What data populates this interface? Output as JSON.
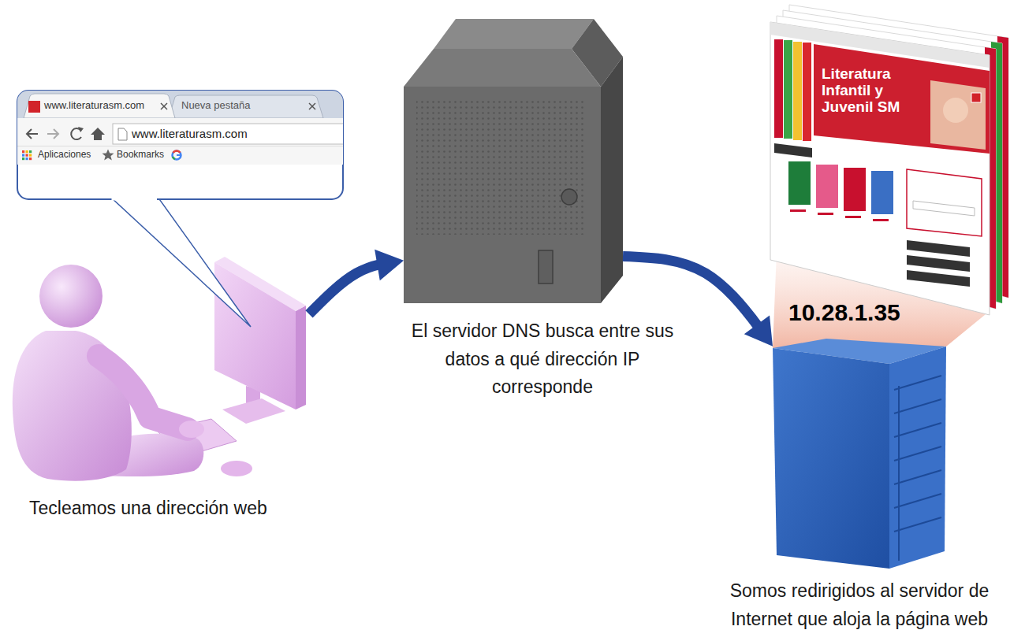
{
  "diagram": {
    "nodes": [
      {
        "text": [
          "www.literaturasm.com",
          "Nueva pestaña",
          "www.literaturasm.com",
          "Aplicaciones",
          "Bookmarks"
        ]
      },
      {
        "text": [
          "Tecleamos una dirección web"
        ]
      },
      {
        "text": [
          "El servidor DNS busca entre sus datos a qué dirección IP corresponde"
        ]
      },
      {
        "text": [
          "10.28.1.35",
          "Somos redirigidos al servidor de Internet que aloja la página web"
        ]
      }
    ],
    "edges": [
      {
        "from": 1,
        "to": 2,
        "arrow": "to"
      },
      {
        "from": 2,
        "to": 3,
        "arrow": "to"
      }
    ],
    "labels": [
      "Literatura Infantil y Juvenil SM"
    ]
  }
}
